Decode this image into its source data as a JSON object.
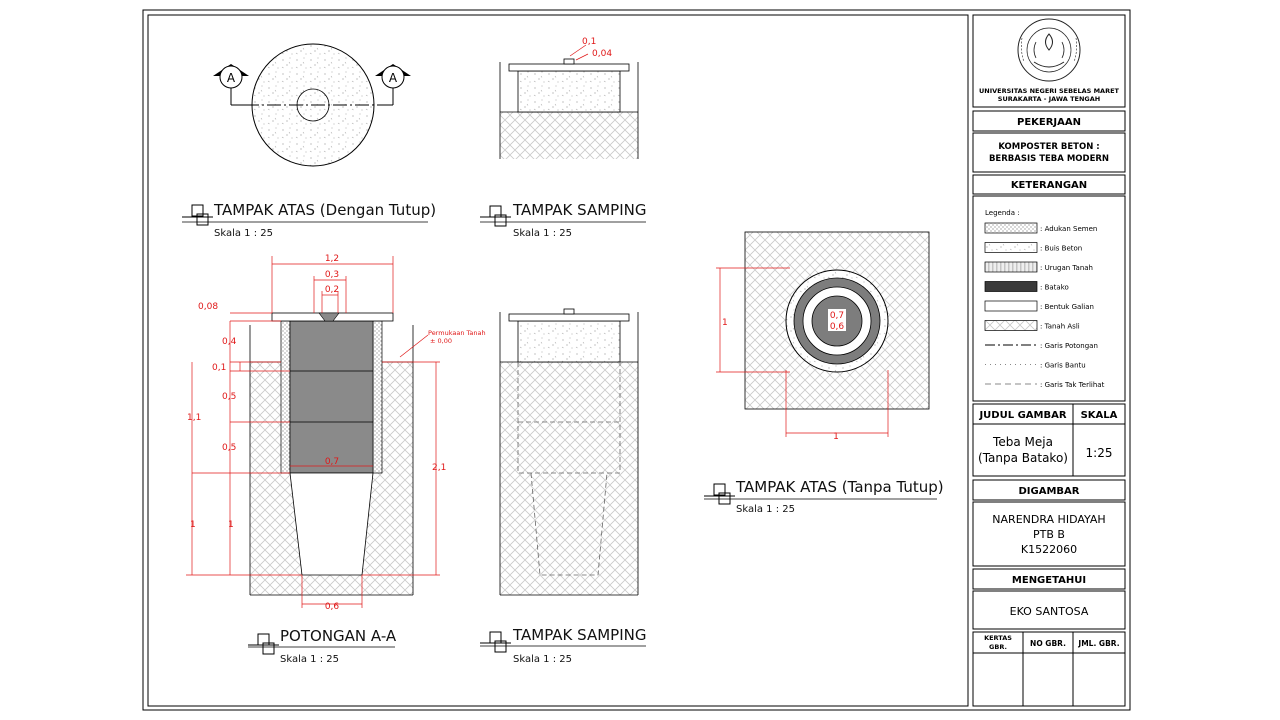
{
  "titleblock": {
    "institution_line1": "UNIVERSITAS NEGERI SEBELAS MARET",
    "institution_line2": "SURAKARTA - JAWA TENGAH",
    "pekerjaan_header": "PEKERJAAN",
    "pekerjaan_line1": "KOMPOSTER BETON :",
    "pekerjaan_line2": "BERBASIS TEBA MODERN",
    "keterangan_header": "KETERANGAN",
    "legenda_label": "Legenda :",
    "legend": [
      {
        "label": ": Adukan Semen",
        "pattern": "adukan"
      },
      {
        "label": ": Buis Beton",
        "pattern": "buis"
      },
      {
        "label": ": Urugan Tanah",
        "pattern": "urugan"
      },
      {
        "label": ": Batako",
        "pattern": "batako"
      },
      {
        "label": ": Bentuk Galian",
        "pattern": "galian"
      },
      {
        "label": ": Tanah Asli",
        "pattern": "tanah"
      },
      {
        "label": ": Garis Potongan",
        "pattern": "line-dashdot"
      },
      {
        "label": ": Garis Bantu",
        "pattern": "line-dot"
      },
      {
        "label": ": Garis Tak Terlihat",
        "pattern": "line-dash"
      }
    ],
    "judul_header": "JUDUL GAMBAR",
    "skala_header": "SKALA",
    "judul_line1": "Teba Meja",
    "judul_line2": "(Tanpa Batako)",
    "skala_value": "1:25",
    "digambar_header": "DIGAMBAR",
    "digambar_line1": "NARENDRA HIDAYAH",
    "digambar_line2": "PTB B",
    "digambar_line3": "K1522060",
    "mengetahui_header": "MENGETAHUI",
    "mengetahui_name": "EKO SANTOSA",
    "kertas_line1": "KERTAS",
    "kertas_line2": "GBR.",
    "no_gbr": "NO GBR.",
    "jml_gbr": "JML. GBR."
  },
  "views": {
    "top_with_lid": {
      "title": "TAMPAK ATAS (Dengan Tutup)",
      "scale": "Skala 1 : 25",
      "marker": "A"
    },
    "side_top": {
      "title": "TAMPAK SAMPING",
      "scale": "Skala 1 : 25",
      "dim_a": "0,1",
      "dim_b": "0,04"
    },
    "top_without_lid": {
      "title": "TAMPAK ATAS (Tanpa Tutup)",
      "scale": "Skala 1 : 25",
      "dim_left": "1",
      "dim_bottom": "1",
      "dim_inner1": "0,7",
      "dim_inner2": "0,6"
    },
    "section": {
      "title": "POTONGAN A-A",
      "scale": "Skala 1 : 25",
      "dim_top": "1,2",
      "dim_03": "0,3",
      "dim_02": "0,2",
      "dim_008": "0,08",
      "dim_04": "0,4",
      "dim_01": "0,1",
      "dim_05a": "0,5",
      "dim_05b": "0,5",
      "dim_11": "1,1",
      "dim_1a": "1",
      "dim_1b": "1",
      "dim_07": "0,7",
      "dim_06": "0,6",
      "dim_21": "2,1",
      "ground_label": "Permukaan Tanah",
      "ground_level": "± 0,00"
    },
    "side_bottom": {
      "title": "TAMPAK SAMPING",
      "scale": "Skala 1 : 25"
    }
  }
}
